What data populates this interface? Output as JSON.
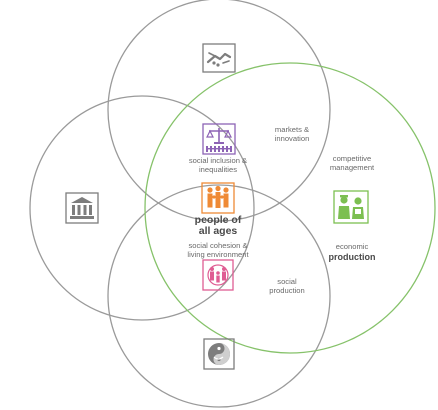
{
  "colors": {
    "circle_gray": "#9a9a9a",
    "circle_green": "#86c26a",
    "purple": "#8d63b5",
    "orange": "#ef8a35",
    "pink": "#df5d93",
    "icon_gray": "#7d7d7d",
    "green_icon": "#7cbf51"
  },
  "icons": {
    "top": "handshake-icon",
    "left": "institution-building-icon",
    "right": "workers-icon",
    "bottom": "yin-yang-faces-icon",
    "inclusion": "scales-fence-icon",
    "core": "family-people-icon",
    "cohesion": "people-circle-icon"
  },
  "labels": {
    "markets_1": "markets &",
    "markets_2": "innovation",
    "competitive_1": "competitive",
    "competitive_2": "management",
    "economic_1": "economic",
    "economic_2": "production",
    "inclusion_1": "social inclusion &",
    "inclusion_2": "inequalities",
    "core_1": "people of",
    "core_2": "all ages",
    "cohesion_1": "social cohesion &",
    "cohesion_2": "living environment",
    "social_prod_1": "social",
    "social_prod_2": "production"
  }
}
